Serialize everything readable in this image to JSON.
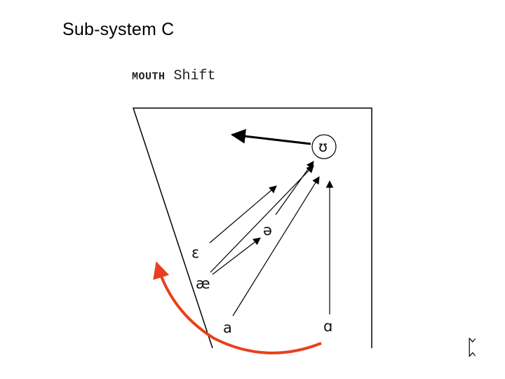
{
  "slide": {
    "title": "Sub-system C"
  },
  "diagram": {
    "title_prefix": "MOUTH",
    "title_suffix": "Shift",
    "vowels": {
      "upsilon": "ʊ",
      "schwa": "ə",
      "epsilon": "ε",
      "ash": "æ",
      "a_front": "a",
      "a_back": "ɑ"
    },
    "accent_color": "#e8401c",
    "line_color": "#000000"
  },
  "footer": {
    "glyph": "ᛈ"
  }
}
